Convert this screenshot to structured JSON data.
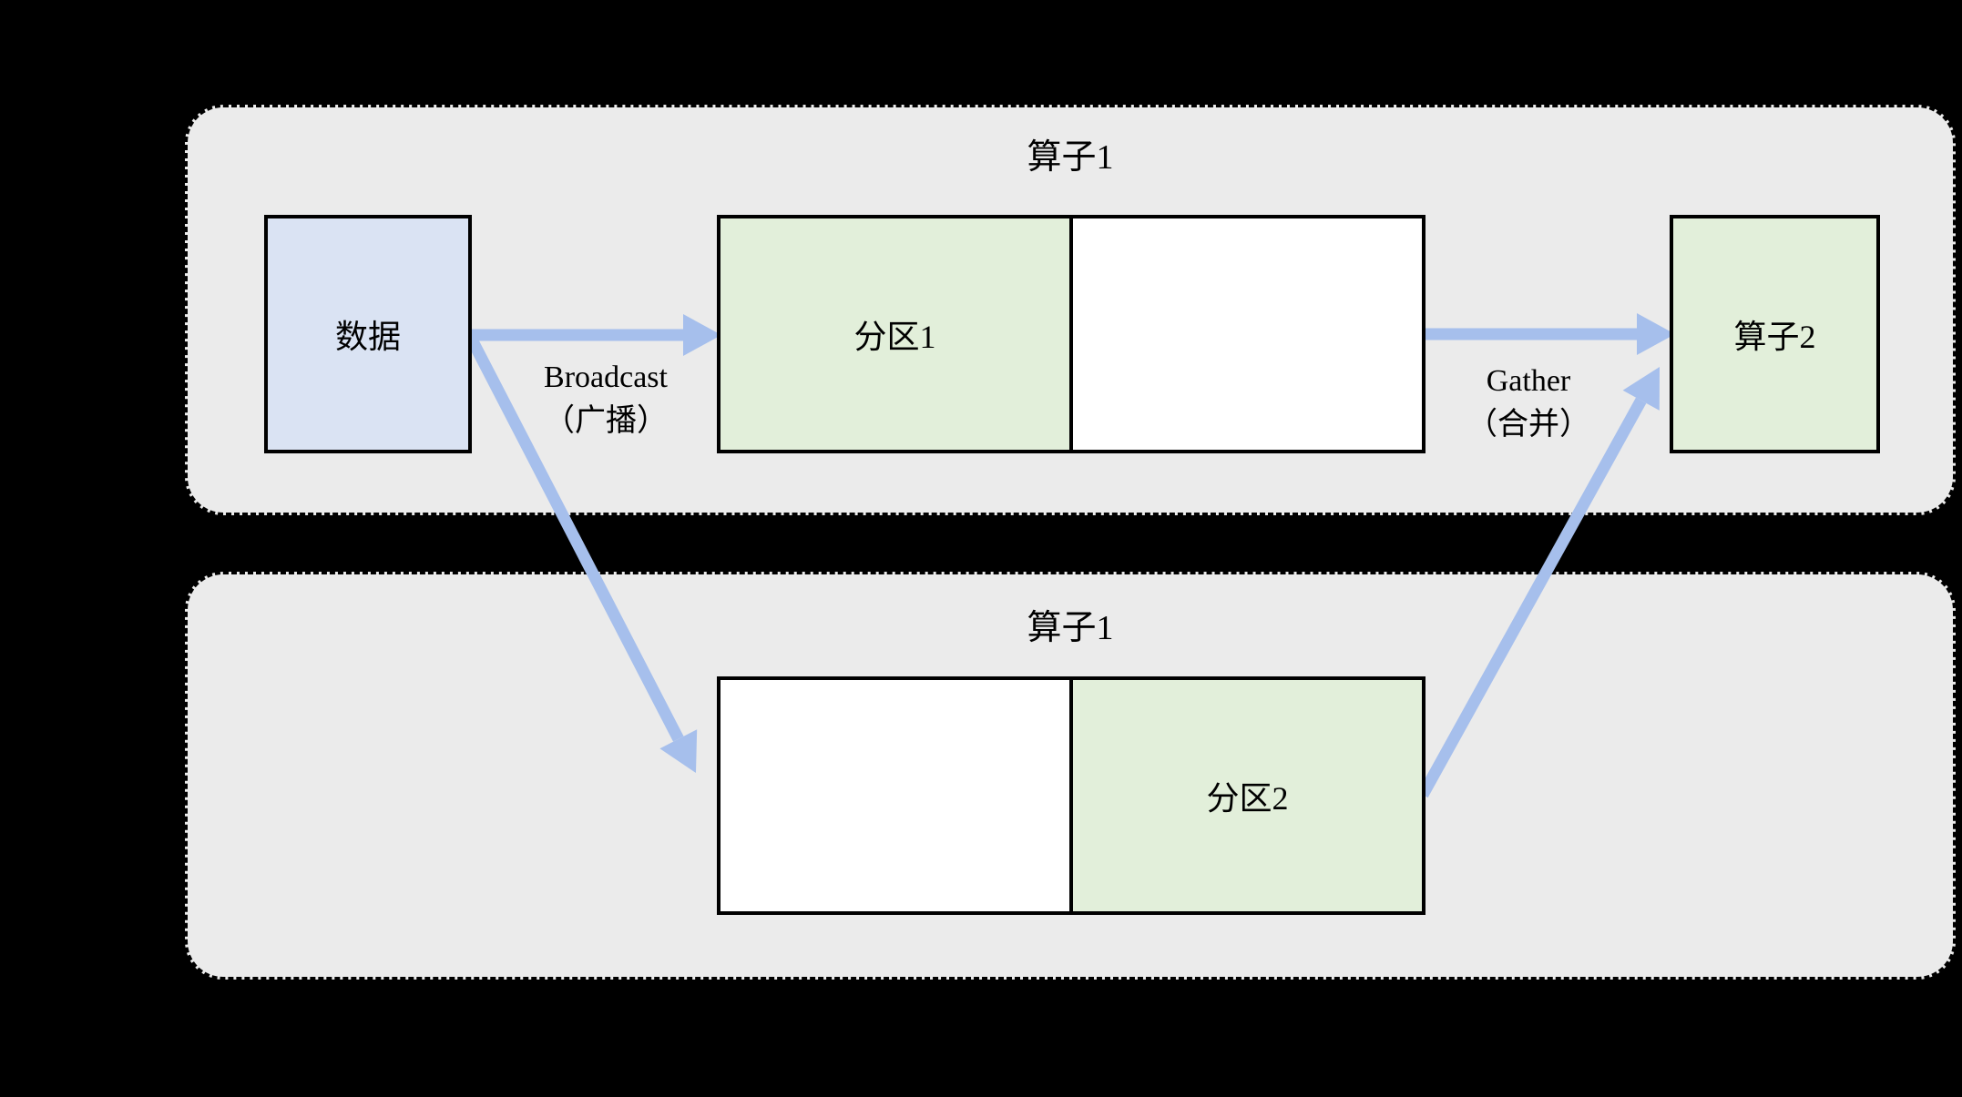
{
  "colors": {
    "background": "#000000",
    "panel": "#ebebeb",
    "border": "#000000",
    "text": "#000000",
    "arrow": "#a6bfec",
    "blue_box": "#dae3f3",
    "green_box": "#e2efda",
    "white_box": "#ffffff"
  },
  "diagram": {
    "top_group": {
      "title": "算子1"
    },
    "bottom_group": {
      "title": "算子1"
    },
    "nodes": {
      "data": {
        "label": "数据"
      },
      "partition1": {
        "label": "分区1"
      },
      "partition2": {
        "label": "分区2"
      },
      "operator2": {
        "label": "算子2"
      }
    },
    "edges": {
      "broadcast": {
        "name": "Broadcast",
        "annotation": "（广播）"
      },
      "gather": {
        "name": "Gather",
        "annotation": "（合并）"
      }
    }
  }
}
